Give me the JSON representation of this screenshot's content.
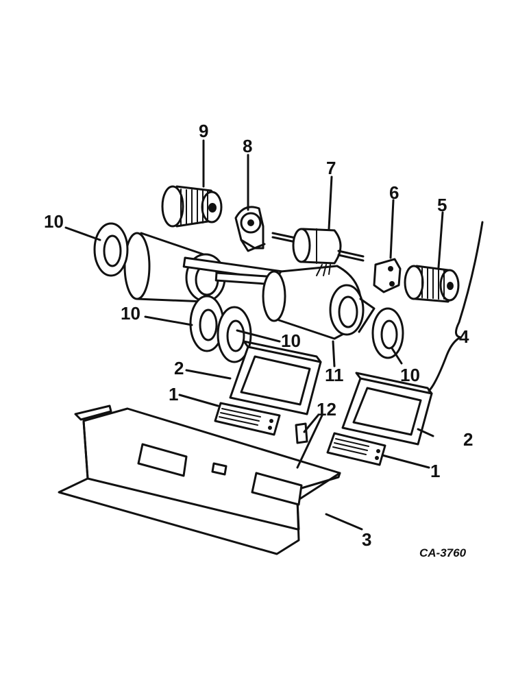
{
  "diagram": {
    "drawing_code": "CA-3760",
    "labels": {
      "l1a": "1",
      "l1b": "1",
      "l2a": "2",
      "l2b": "2",
      "l3": "3",
      "l4": "4",
      "l5": "5",
      "l6": "6",
      "l7": "7",
      "l8": "8",
      "l9": "9",
      "l10a": "10",
      "l10b": "10",
      "l10c": "10",
      "l10d": "10",
      "l11": "11",
      "l12": "12"
    }
  }
}
